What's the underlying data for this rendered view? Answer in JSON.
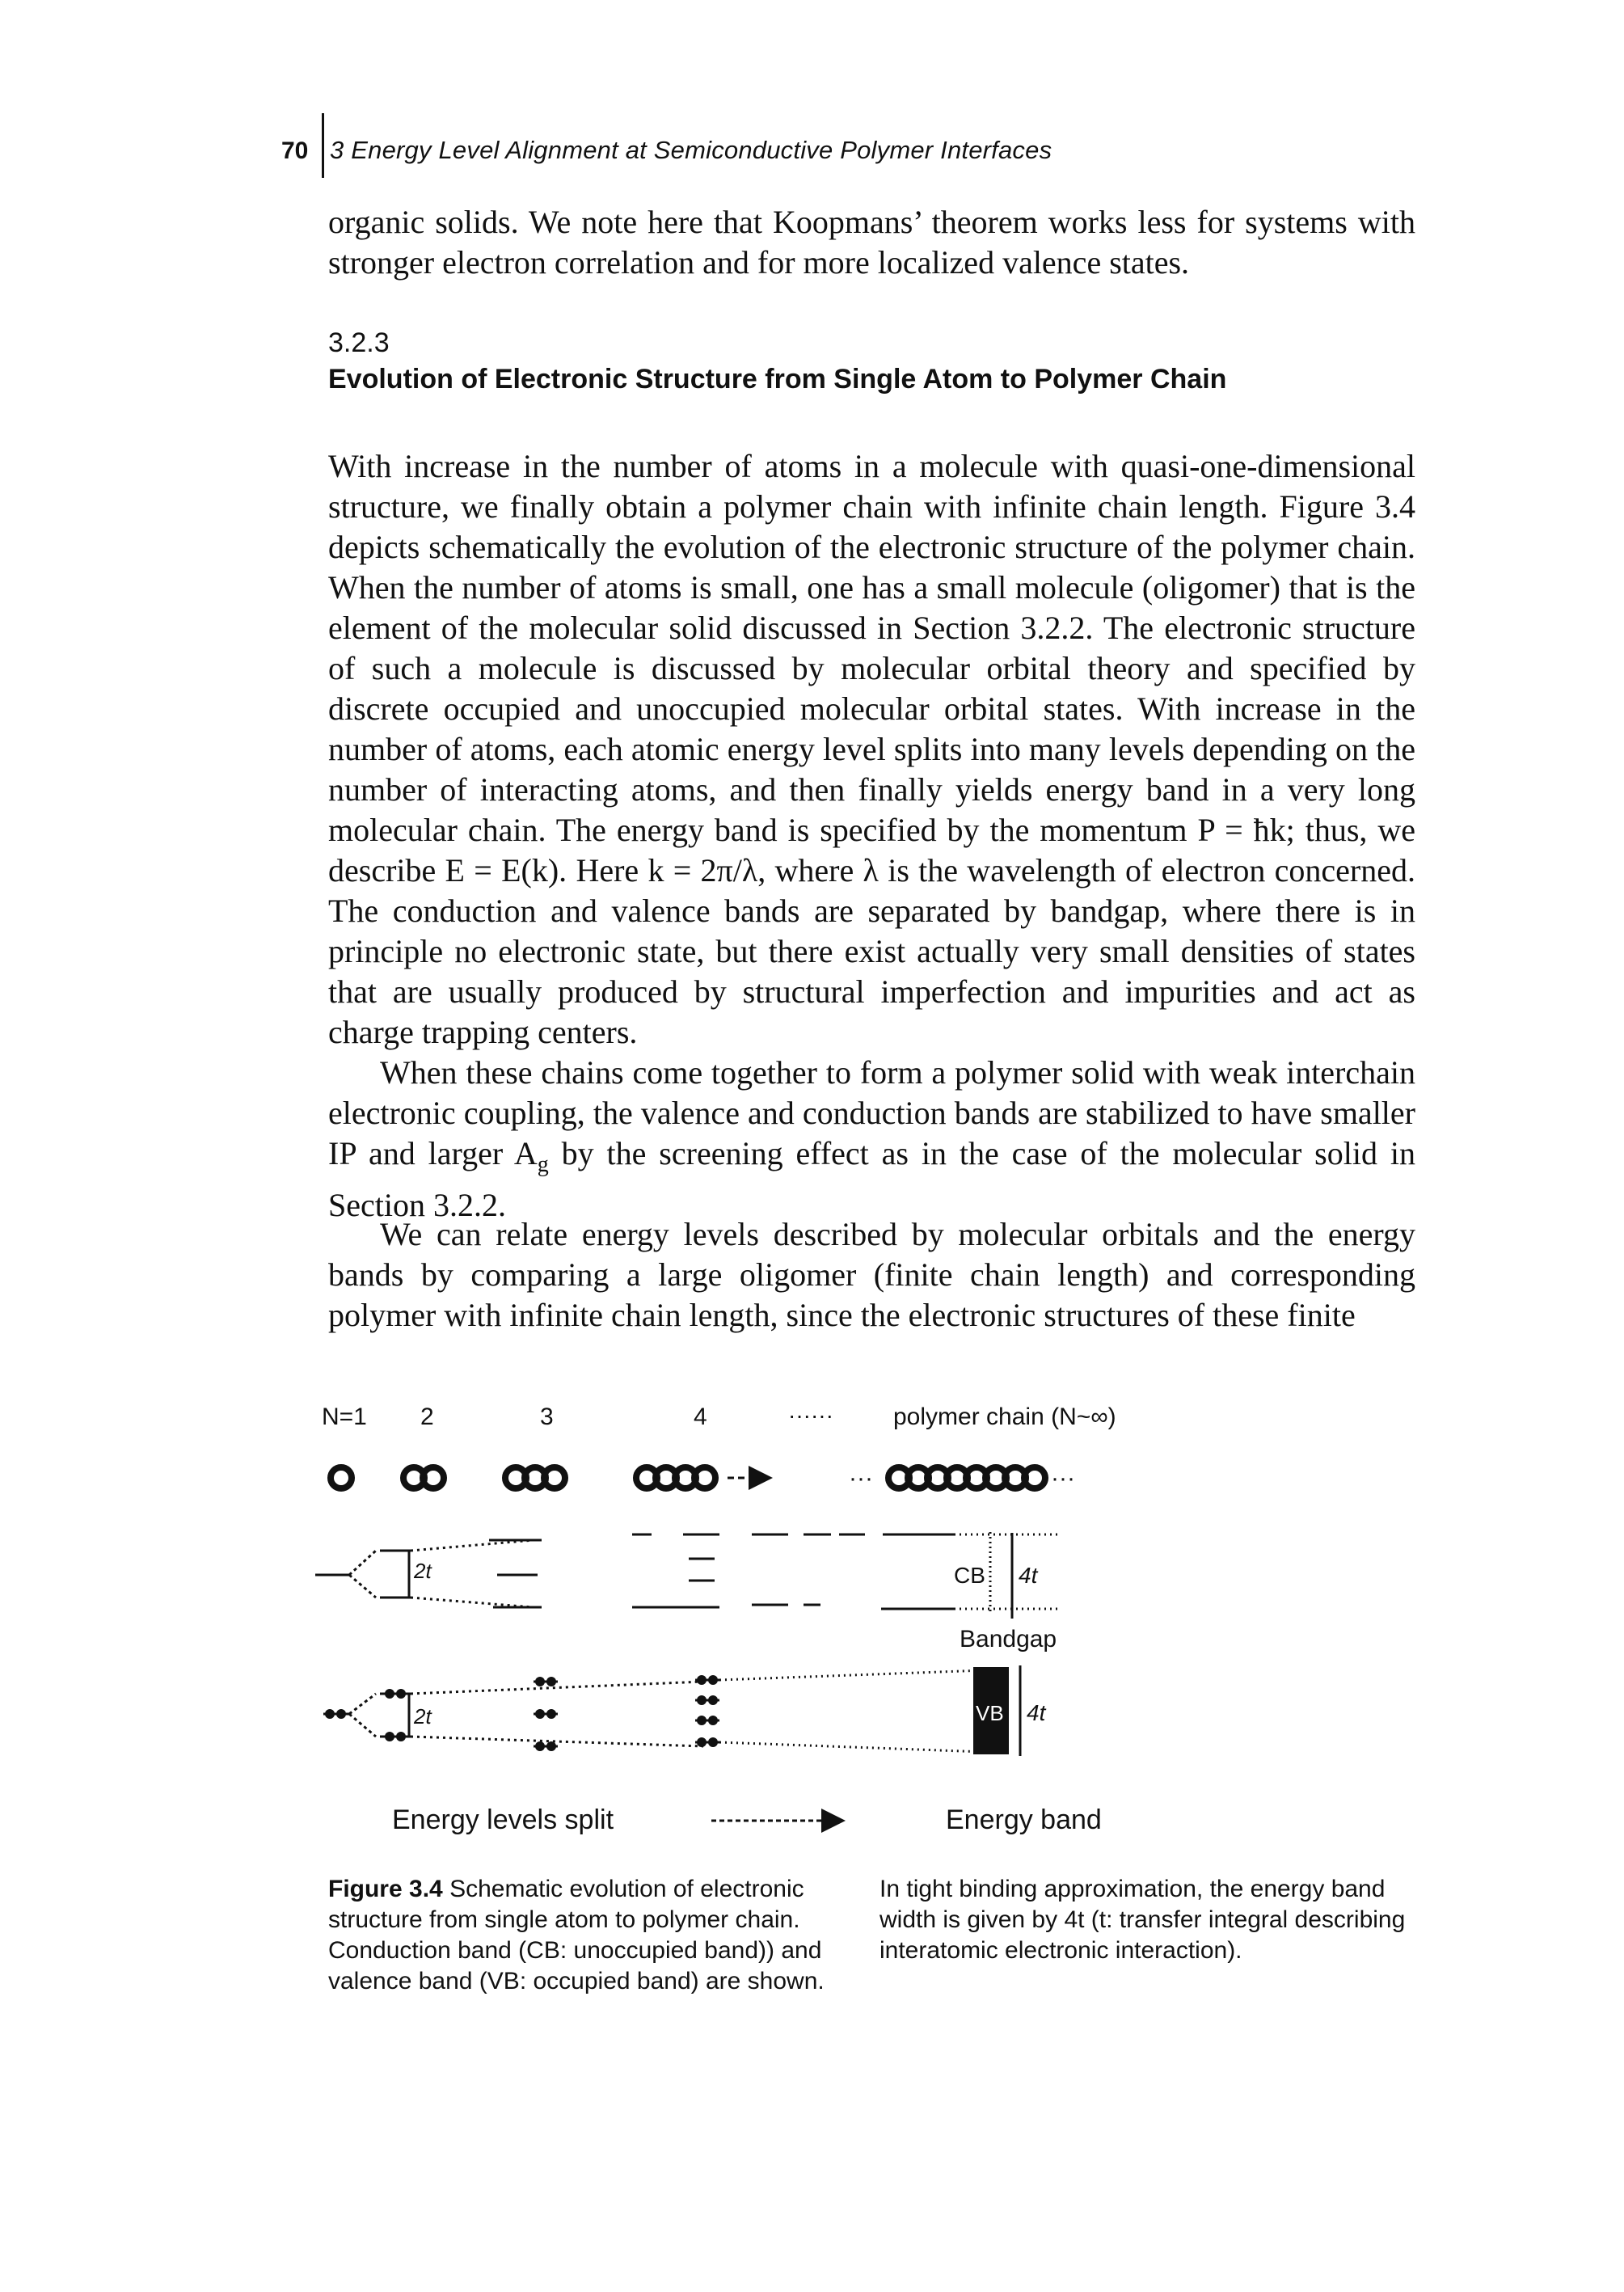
{
  "header": {
    "page_number": "70",
    "running_title": "3 Energy Level Alignment at Semiconductive Polymer Interfaces"
  },
  "paragraphs": {
    "p0": "organic solids. We note here that Koopmans’ theorem works less for systems with stronger electron correlation and for more localized valence states.",
    "p1": "With increase in the number of atoms in a molecule with quasi-one-dimensional structure, we finally obtain a polymer chain with infinite chain length. Figure 3.4 depicts schematically the evolution of the electronic structure of the polymer chain. When the number of atoms is small, one has a small molecule (oligomer) that is the element of the molecular solid discussed in Section 3.2.2. The electronic structure of such a molecule is discussed by molecular orbital theory and specified by discrete occupied and unoccupied molecular orbital states. With increase in the number of atoms, each atomic energy level splits into many levels depending on the number of interacting atoms, and then finally yields energy band in a very long molecular chain. The energy band is specified by the momentum P = ħk; thus, we describe E = E(k). Here k = 2π/λ, where λ is the wavelength of electron concerned. The conduction and valence bands are separated by bandgap, where there is in principle no electronic state, but there exist actually very small densities of states that are usually produced by structural imperfection and impurities and act as charge trapping centers.",
    "p2_a": "When these chains come together to form a polymer solid with weak interchain electronic coupling, the valence and conduction bands are stabilized to have smaller IP and larger A",
    "p2_sub": "g",
    "p2_b": " by the screening effect as in the case of the molecular solid in Section 3.2.2.",
    "p3": "We can relate energy levels described by molecular orbitals and the energy bands by comparing a large oligomer (finite chain length) and corresponding polymer with infinite chain length, since the electronic structures of these finite"
  },
  "section": {
    "number": "3.2.3",
    "title": "Evolution of Electronic Structure from Single Atom to Polymer Chain"
  },
  "figure": {
    "labels": {
      "n1": "N=1",
      "n2": "2",
      "n3": "3",
      "n4": "4",
      "dots": "······",
      "polymer": "polymer chain (N~∞)",
      "split_2t_top": "2t",
      "split_2t_bottom": "2t",
      "cb": "CB",
      "vb": "VB",
      "width_4t_top": "4t",
      "width_4t_bottom": "4t",
      "bandgap": "Bandgap",
      "energy_levels_split": "Energy levels split",
      "energy_band": "Energy band"
    },
    "caption_bold": "Figure 3.4",
    "caption_left": "Schematic evolution of electronic structure from single atom to polymer chain. Conduction band (CB: unoccupied band)) and valence band (VB: occupied band) are shown.",
    "caption_right": "In tight binding approximation, the energy band width is given by 4t (t: transfer integral describing interatomic electronic interaction)."
  },
  "colors": {
    "ink": "#111111",
    "background": "#ffffff"
  }
}
